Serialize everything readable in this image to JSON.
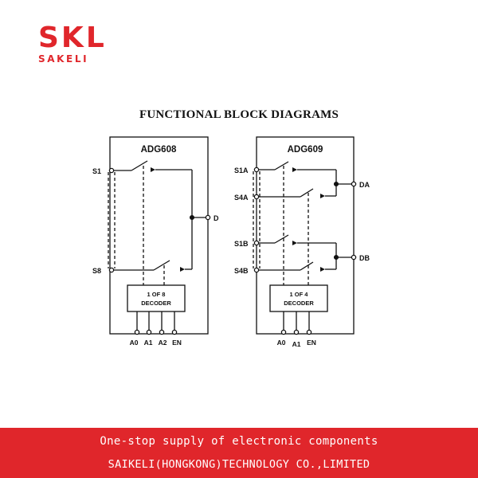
{
  "brand": {
    "logo_text": "SKL",
    "logo_subtext": "SAKELI",
    "color": "#e0262b"
  },
  "title": "FUNCTIONAL BLOCK DIAGRAMS",
  "diagrams": {
    "adg608": {
      "name": "ADG608",
      "inputs": [
        "S1",
        "S8"
      ],
      "output": "D",
      "decoder": [
        "1 OF 8",
        "DECODER"
      ],
      "address_pins": [
        "A0",
        "A1",
        "A2",
        "EN"
      ]
    },
    "adg609": {
      "name": "ADG609",
      "inputs": [
        "S1A",
        "S4A",
        "S1B",
        "S4B"
      ],
      "outputs": [
        "DA",
        "DB"
      ],
      "decoder": [
        "1 OF 4",
        "DECODER"
      ],
      "address_pins": [
        "A0",
        "A1",
        "EN"
      ]
    }
  },
  "footer": {
    "line1": "One-stop supply of electronic components",
    "line2": "SAIKELI(HONGKONG)TECHNOLOGY CO.,LIMITED"
  }
}
